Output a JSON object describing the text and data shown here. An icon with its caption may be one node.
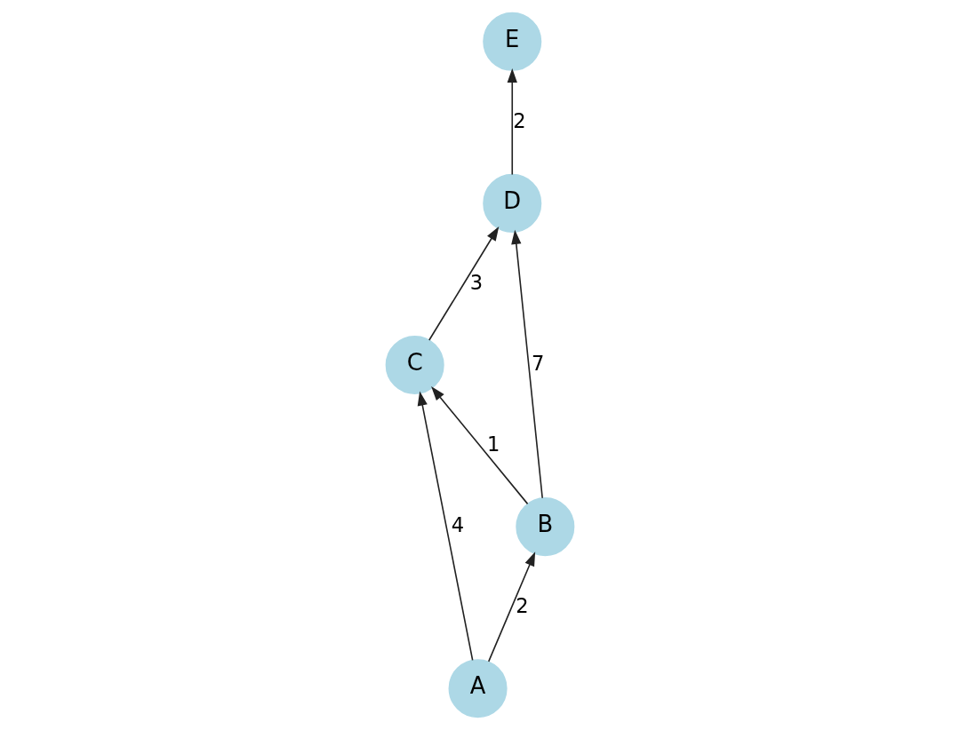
{
  "diagram": {
    "nodes": [
      {
        "text": [
          "E"
        ]
      },
      {
        "text": [
          "D"
        ]
      },
      {
        "text": [
          "C"
        ]
      },
      {
        "text": [
          "B"
        ]
      },
      {
        "text": [
          "A"
        ]
      }
    ],
    "edges": [
      {
        "from": 4,
        "to": 3,
        "arrow": "to",
        "label": "2"
      },
      {
        "from": 4,
        "to": 2,
        "arrow": "to",
        "label": "4"
      },
      {
        "from": 3,
        "to": 2,
        "arrow": "to",
        "label": "1"
      },
      {
        "from": 3,
        "to": 1,
        "arrow": "to",
        "label": "7"
      },
      {
        "from": 2,
        "to": 1,
        "arrow": "to",
        "label": "3"
      },
      {
        "from": 1,
        "to": 0,
        "arrow": "to",
        "label": "2"
      }
    ]
  }
}
